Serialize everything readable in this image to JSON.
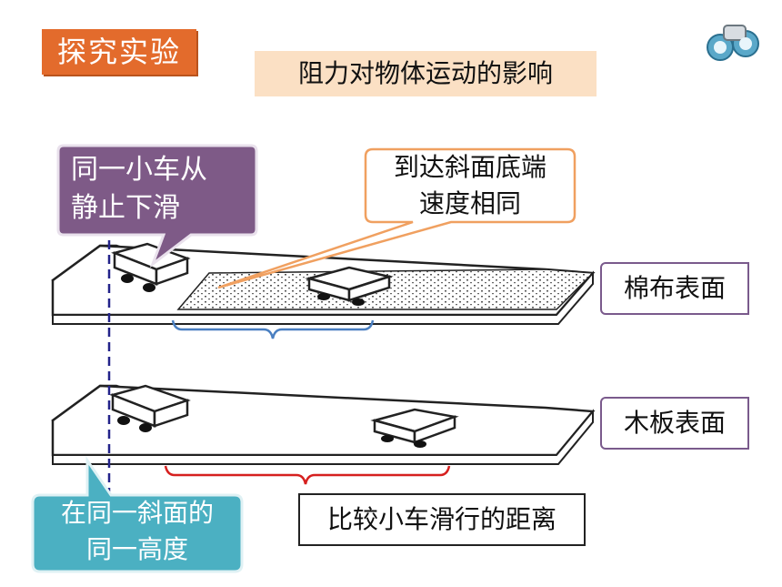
{
  "header": {
    "tag": "探究实验",
    "title": "阻力对物体运动的影响"
  },
  "callouts": {
    "start": [
      "同一小车从",
      "静止下滑"
    ],
    "speed": [
      "到达斜面底端",
      "速度相同"
    ],
    "height": [
      "在同一斜面的",
      "同一高度"
    ]
  },
  "surfaces": {
    "cloth": "棉布表面",
    "wood": "木板表面"
  },
  "compare_label": "比较小车滑行的距离",
  "icons": {
    "corner": "binoculars-icon"
  },
  "colors": {
    "tag_bg": "#e36b2c",
    "title_bg": "#fbe0c4",
    "purple": "#7e5a87",
    "teal": "#4bb0c2"
  }
}
